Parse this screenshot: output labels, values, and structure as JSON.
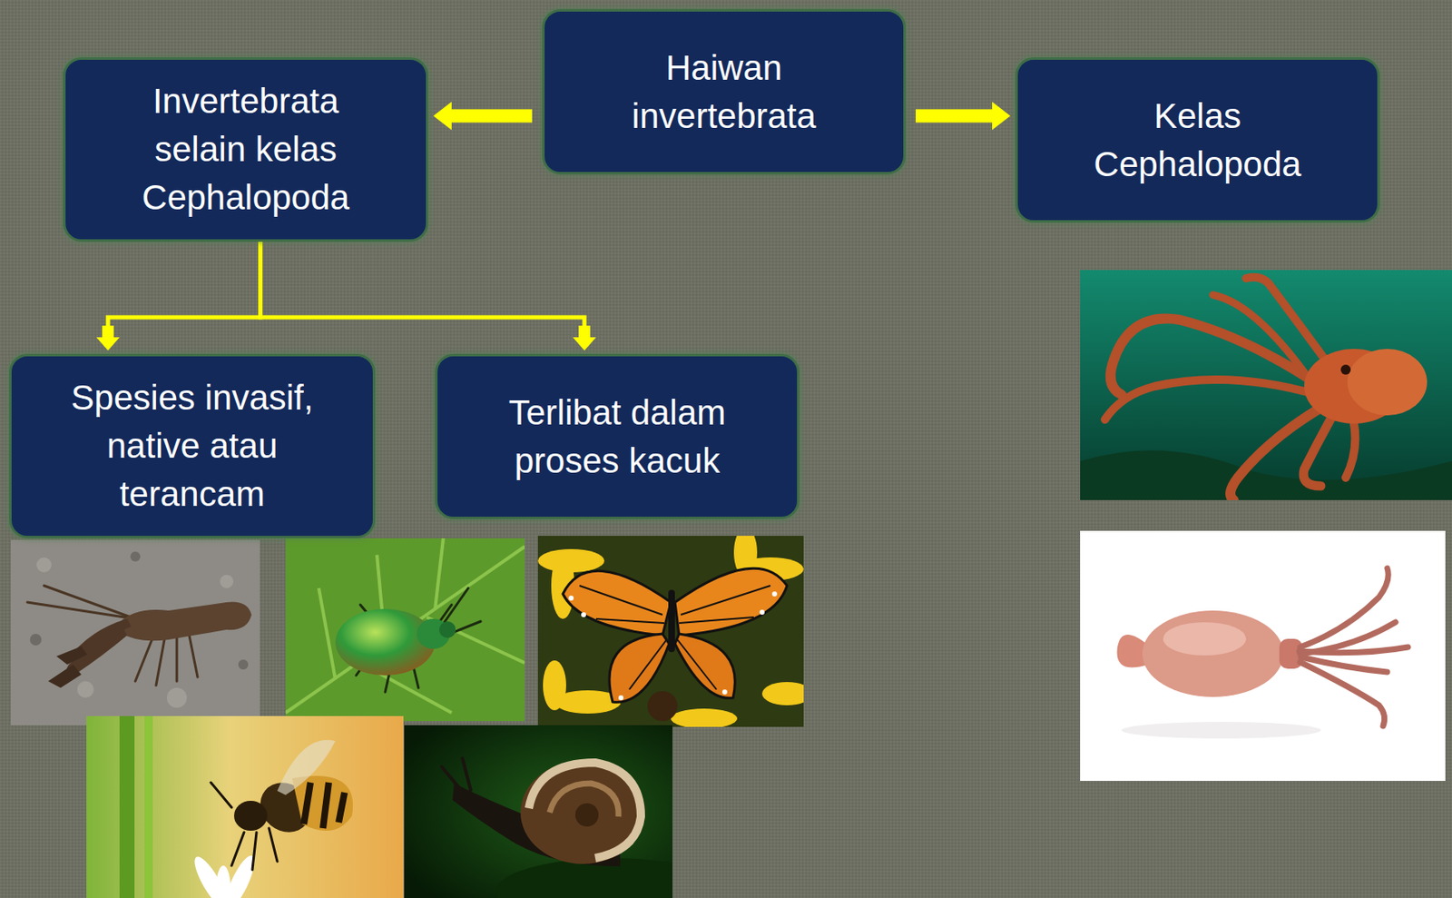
{
  "diagram": {
    "nodes": [
      {
        "text": [
          "Haiwan invertebrata"
        ]
      },
      {
        "text": [
          "Invertebrata selain kelas Cephalopoda"
        ]
      },
      {
        "text": [
          "Kelas Cephalopoda"
        ]
      },
      {
        "text": [
          "Spesies invasif, native atau terancam"
        ]
      },
      {
        "text": [
          "Terlibat dalam proses kacuk"
        ]
      }
    ],
    "edges": [
      {
        "from": 0,
        "to": 1,
        "arrow": "to"
      },
      {
        "from": 0,
        "to": 2,
        "arrow": "to"
      },
      {
        "from": 1,
        "to": 3,
        "arrow": "to"
      },
      {
        "from": 1,
        "to": 4,
        "arrow": "to"
      }
    ]
  }
}
